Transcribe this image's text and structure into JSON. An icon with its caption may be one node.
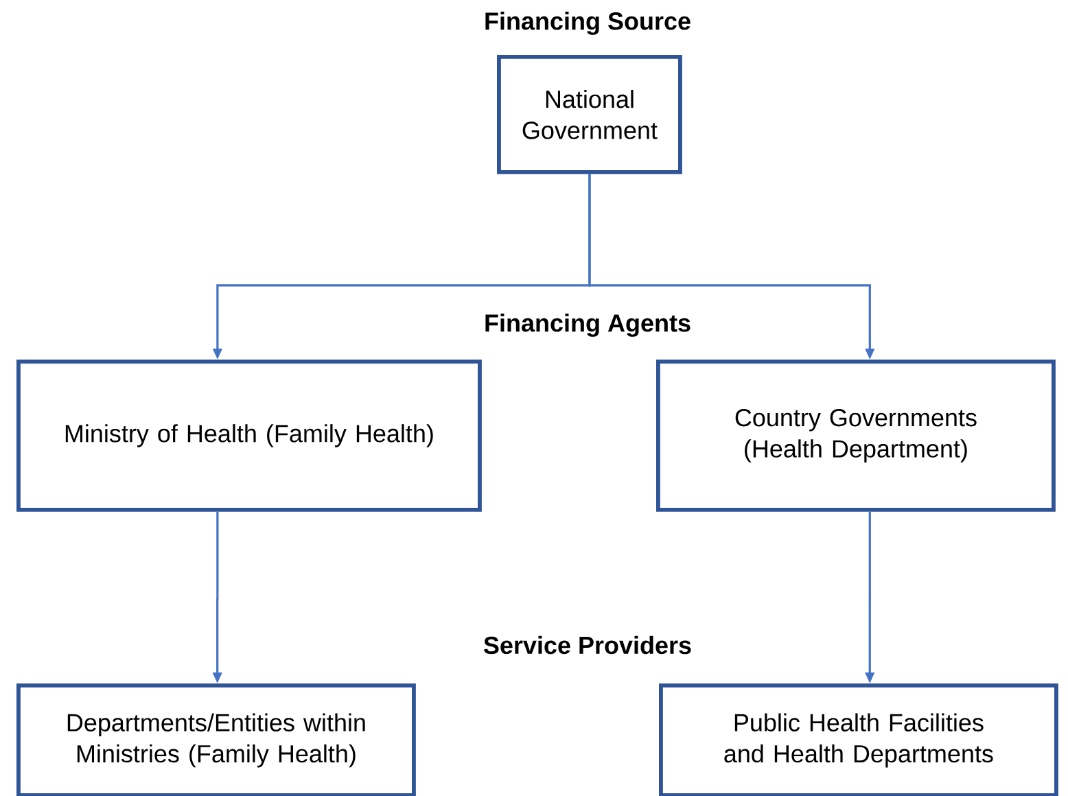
{
  "diagram": {
    "nodes": [
      {
        "text": [
          "National Government"
        ]
      },
      {
        "text": [
          "Ministry of Health (Family Health)"
        ]
      },
      {
        "text": [
          "Country Governments (Health Department)"
        ]
      },
      {
        "text": [
          "Departments/Entities within Ministries (Family Health)"
        ]
      },
      {
        "text": [
          "Public Health Facilities and Health Departments"
        ]
      }
    ],
    "edges": [
      {
        "from": 0,
        "to": 1,
        "arrow": "to"
      },
      {
        "from": 0,
        "to": 2,
        "arrow": "to"
      },
      {
        "from": 1,
        "to": 3,
        "arrow": "to"
      },
      {
        "from": 2,
        "to": 4,
        "arrow": "to"
      }
    ],
    "labels": [
      "Financing Source",
      "Financing Agents",
      "Service Providers"
    ]
  }
}
